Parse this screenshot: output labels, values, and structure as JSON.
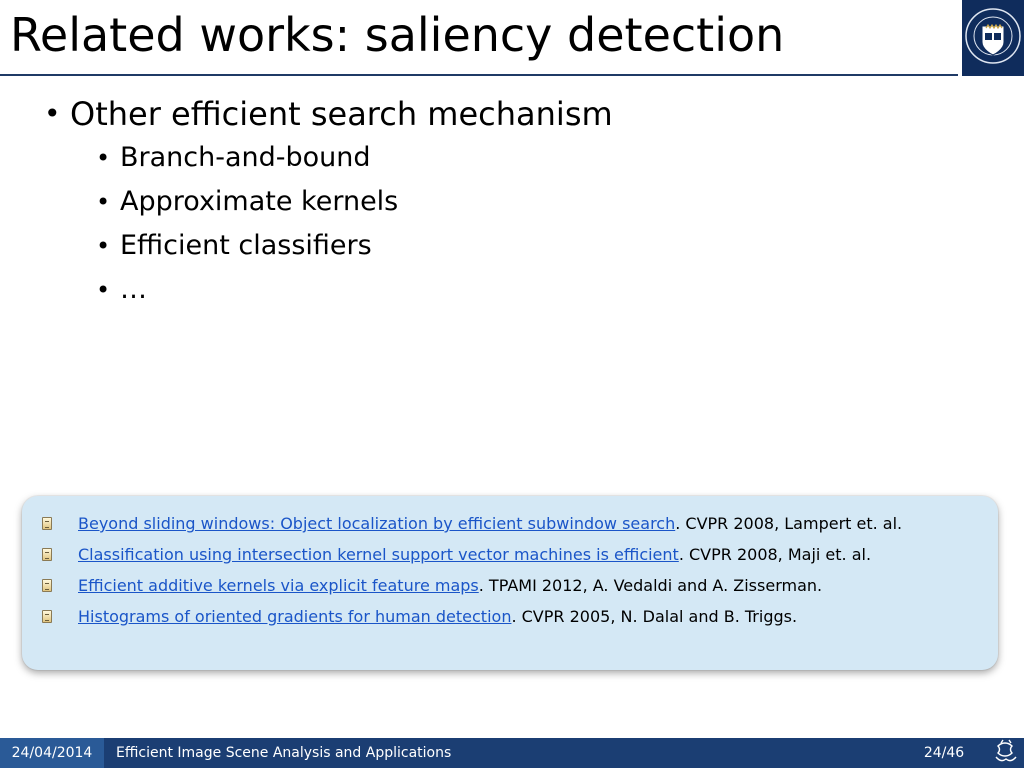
{
  "slide": {
    "title": "Related works: saliency detection"
  },
  "content": {
    "main_bullet": "Other efficient search mechanism",
    "sub_bullets": [
      "Branch-and-bound",
      "Approximate kernels",
      "Efficient classifiers",
      "…"
    ]
  },
  "references": [
    {
      "link": "Beyond sliding windows: Object localization by efficient subwindow search",
      "rest": ". CVPR 2008, Lampert et. al."
    },
    {
      "link": "Classification using intersection kernel support vector machines is efficient",
      "rest": ". CVPR 2008, Maji et. al."
    },
    {
      "link": "Efficient additive kernels via explicit feature maps",
      "rest": ". TPAMI 2012, A. Vedaldi and A. Zisserman."
    },
    {
      "link": "Histograms of oriented gradients for human detection",
      "rest": ". CVPR 2005, N. Dalal and B. Triggs."
    }
  ],
  "footer": {
    "date": "24/04/2014",
    "presentation_title": "Efficient Image Scene Analysis and Applications",
    "page": "24/46"
  },
  "colors": {
    "header_blue": "#0f2c5c",
    "footer_blue": "#1b3e73",
    "footer_date_blue": "#2a5a97",
    "link_blue": "#1a55c8",
    "refbox_bg": "#d4e8f5"
  },
  "icons": {
    "crest": "university-crest-icon",
    "reference": "document-icon",
    "footer_logo": "dragon-logo-icon"
  }
}
